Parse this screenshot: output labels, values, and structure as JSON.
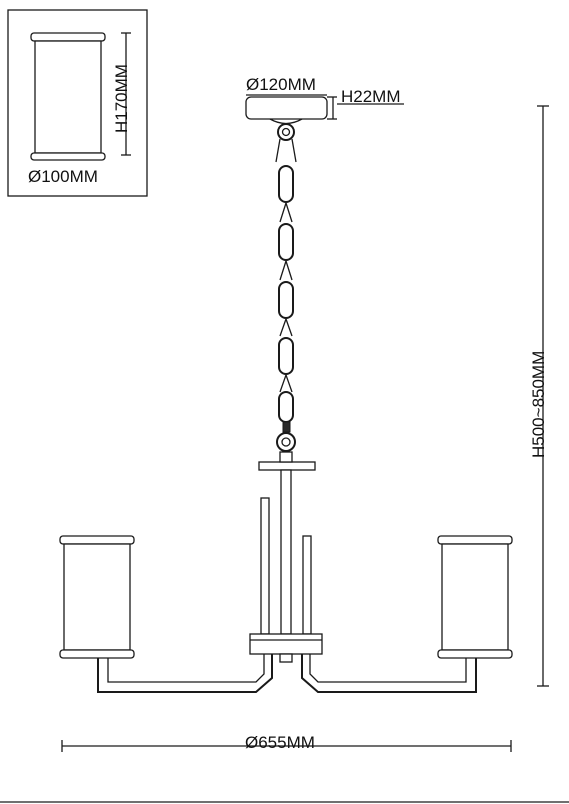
{
  "dimensions": {
    "shade_height": "H170MM",
    "shade_diameter": "Ø100MM",
    "canopy_diameter": "Ø120MM",
    "canopy_height": "H22MM",
    "overall_height": "H500~850MM",
    "overall_width": "Ø655MM"
  },
  "colors": {
    "line": "#1a1a1a",
    "background": "#ffffff"
  }
}
